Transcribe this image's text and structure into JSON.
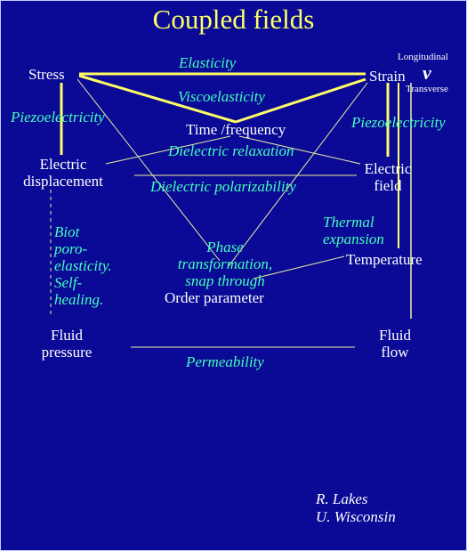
{
  "title": "Coupled fields",
  "nodes": {
    "stress": "Stress",
    "strain": "Strain",
    "time_frequency": "Time /frequency",
    "electric_displacement": [
      "Electric",
      "displacement"
    ],
    "electric_field": [
      "Electric",
      "field"
    ],
    "temperature": "Temperature",
    "order_parameter": "Order parameter",
    "fluid_pressure": [
      "Fluid",
      "pressure"
    ],
    "fluid_flow": [
      "Fluid",
      "flow"
    ]
  },
  "relations": {
    "elasticity": "Elasticity",
    "viscoelasticity": "Viscoelasticity",
    "piezo_left": "Piezoelectricity",
    "piezo_right": "Piezoelectricity",
    "dielectric_relaxation": "Dielectric relaxation",
    "dielectric_polarizability": "Dielectric polarizability",
    "biot": [
      "Biot",
      "poro-",
      "elasticity.",
      "Self-",
      "healing."
    ],
    "thermal_expansion": [
      "Thermal",
      "expansion"
    ],
    "phase_transformation": [
      "Phase",
      "transformation,",
      "snap through"
    ],
    "permeability": "Permeability"
  },
  "poisson": {
    "longitudinal": "Longitudinal",
    "transverse": "Transverse",
    "symbol": "ν"
  },
  "credit": [
    "R. Lakes",
    "U. Wisconsin"
  ],
  "colors": {
    "background": "#0a0a96",
    "title": "#ffff66",
    "node_text": "#ffffff",
    "relation_text": "#44ffbb",
    "strong_link": "#ffff66",
    "weak_link": "#f0f0a0"
  }
}
